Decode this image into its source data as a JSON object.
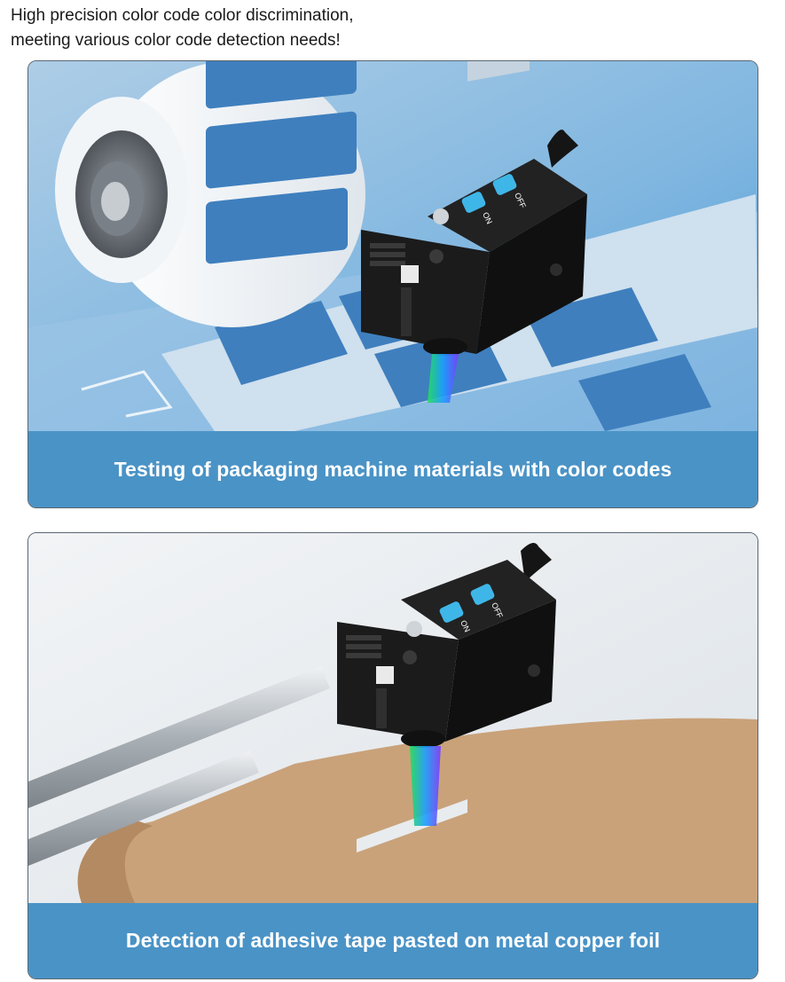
{
  "headline": {
    "line1": "High precision color code color discrimination,",
    "line2": "meeting various color code detection needs!"
  },
  "panels": [
    {
      "caption": "Testing of packaging machine materials with color codes",
      "sensor_button_on": "ON",
      "sensor_button_off": "OFF"
    },
    {
      "caption": "Detection of adhesive tape pasted on metal copper foil",
      "sensor_button_on": "ON",
      "sensor_button_off": "OFF"
    }
  ],
  "colors": {
    "caption_bar": "#4a93c6",
    "label_blue": "#3f7fbe",
    "sensor_body": "#141414",
    "sensor_button": "#3fb6e8",
    "copper_foil": "#c9a27a"
  },
  "icons": [
    "label-roll-icon",
    "color-sensor-icon",
    "rgb-beam-icon",
    "metal-roller-icon"
  ]
}
